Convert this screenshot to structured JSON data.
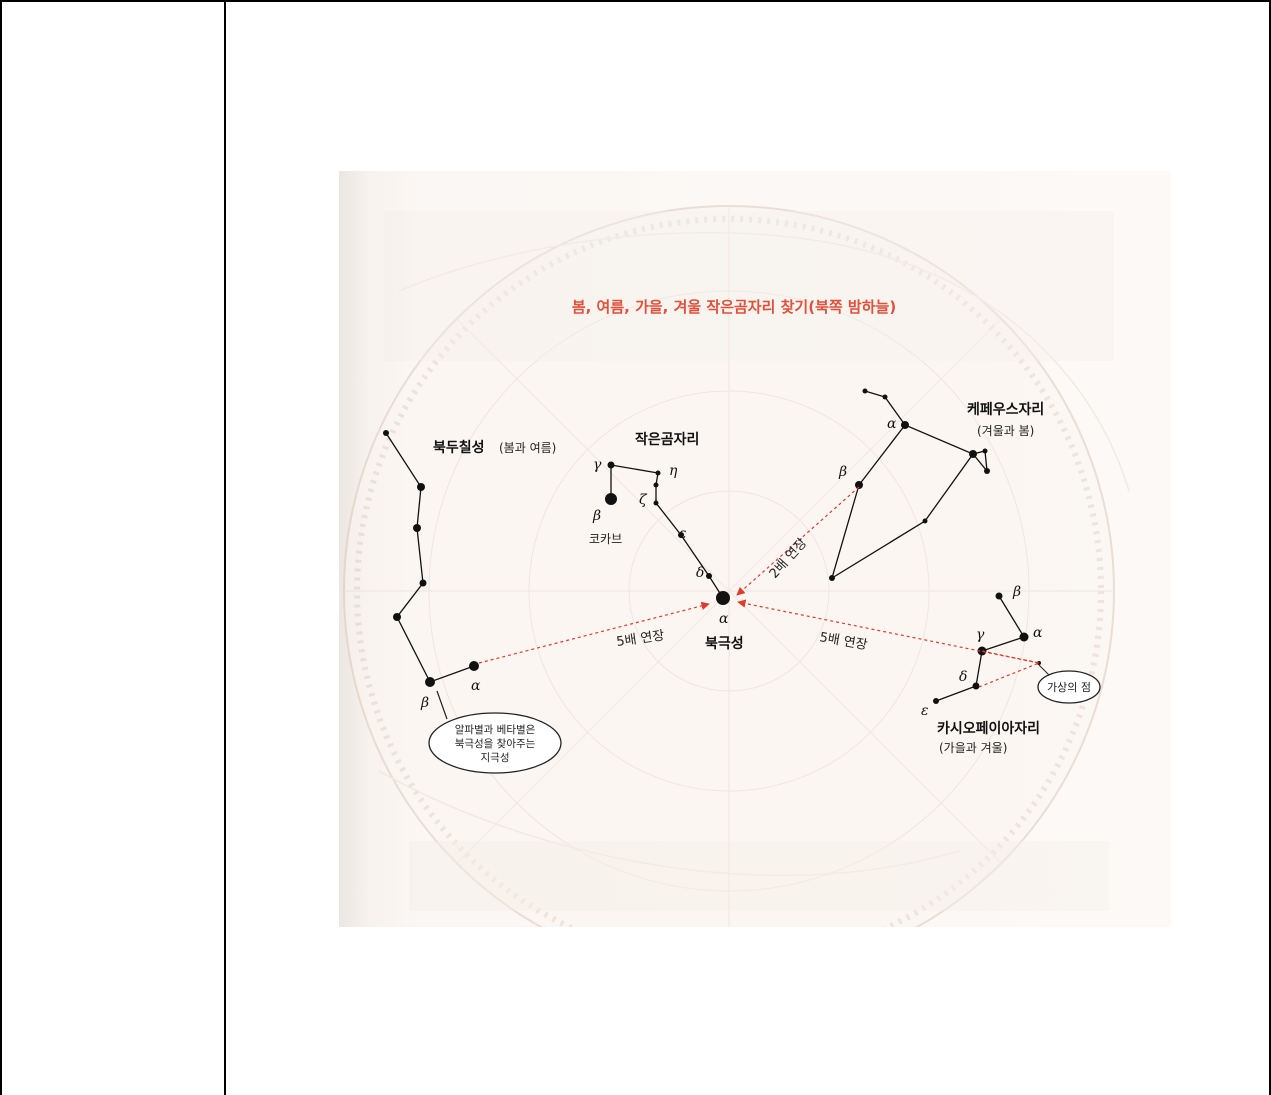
{
  "page": {
    "title": "봄, 여름, 가을, 겨울 작은곰자리 찾기(북쪽 밤하늘)"
  },
  "colors": {
    "title": "#e0503a",
    "guide_line": "#e03a2a",
    "ink": "#111111",
    "paper": "#fcf9f6",
    "map_lines": "#d9c7b8"
  },
  "constellations": {
    "big_dipper": {
      "name": "북두칠성",
      "season": "(봄과 여름)",
      "alpha": "α",
      "beta": "β",
      "callout": [
        "알파별과 베타별은",
        "북극성을 찾아주는",
        "지극성"
      ]
    },
    "little_dipper": {
      "name": "작은곰자리",
      "gamma": "γ",
      "eta": "η",
      "zeta": "ζ",
      "beta": "β",
      "beta_name": "코카브",
      "epsilon": "ε",
      "delta": "δ",
      "alpha": "α",
      "polaris": "북극성"
    },
    "cepheus": {
      "name": "케페우스자리",
      "season": "(겨울과 봄)",
      "alpha": "α",
      "beta": "β"
    },
    "cassiopeia": {
      "name": "카시오페이아자리",
      "season": "(가을과 겨울)",
      "beta": "β",
      "gamma": "γ",
      "alpha": "α",
      "delta": "δ",
      "epsilon": "ε",
      "virtual_point": "가상의 점"
    }
  },
  "guides": {
    "big_dipper_extend": "5배 연장",
    "cepheus_extend": "2배 연장",
    "cassiopeia_extend": "5배 연장"
  }
}
